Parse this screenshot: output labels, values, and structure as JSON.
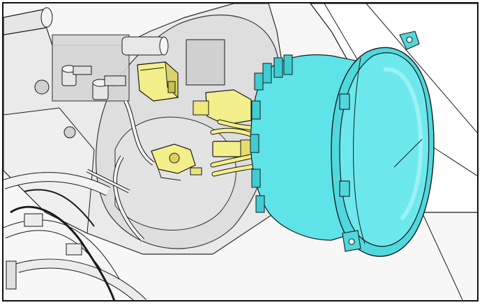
{
  "illustration": {
    "colors": {
      "background": "#ffffff",
      "frame": "#111111",
      "line": "#1a1a1a",
      "gray_light": "#eeeeee",
      "gray_mid": "#d6d6d6",
      "gray_dark": "#bdbdbd",
      "highlight_yellow": "#f3ef8a",
      "yellow_dark": "#c9c24a",
      "component_cyan": "#5ee3e8",
      "cyan_dark": "#2aa8b0",
      "cyan_light": "#a7f3f5"
    },
    "components": [
      {
        "name": "housing-panel",
        "highlight": false
      },
      {
        "name": "relay-connector",
        "highlight": true
      },
      {
        "name": "small-connector",
        "highlight": true
      },
      {
        "name": "plug-connector",
        "highlight": true
      },
      {
        "name": "wire-harness",
        "highlight": true
      },
      {
        "name": "cylindrical-unit",
        "highlight": true
      }
    ]
  }
}
